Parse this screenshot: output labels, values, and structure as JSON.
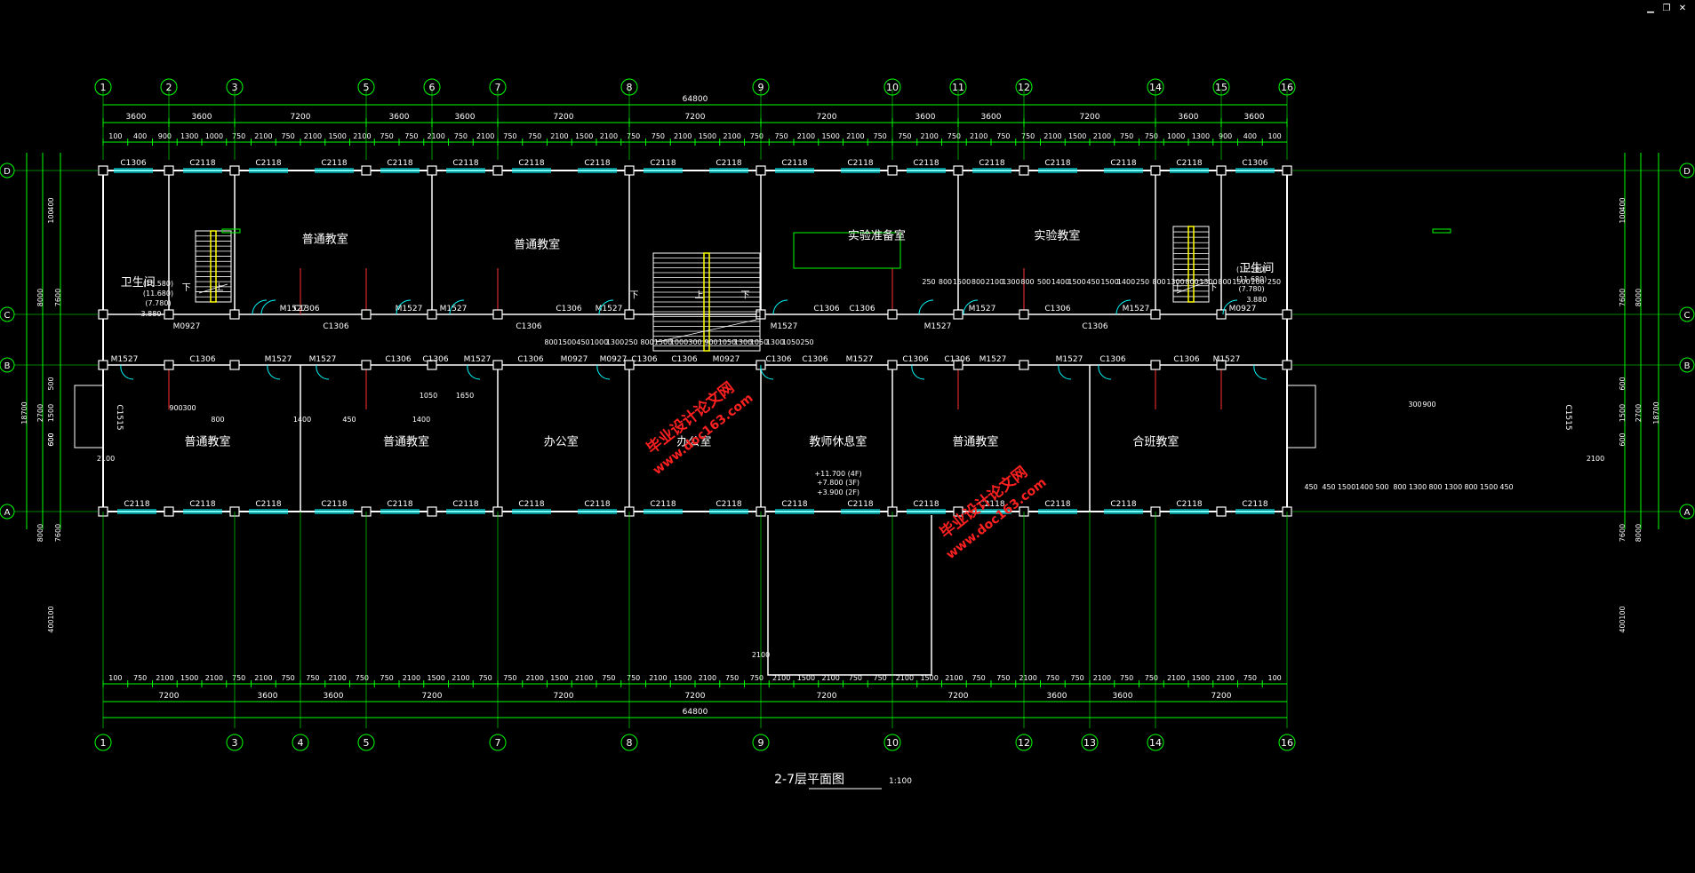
{
  "colors": {
    "background": "#000000",
    "wall": "#ffffff",
    "wall_red": "#ff3030",
    "dimension": "#00ff00",
    "text": "#ffffff",
    "window": "#00ffff",
    "stair": "#ffff00",
    "watermark": "#ff2020"
  },
  "window_controls": [
    "minimize-icon",
    "restore-icon",
    "close-icon"
  ],
  "drawing": {
    "title": "2-7层平面图",
    "scale": "1:100",
    "axes_top": [
      "1",
      "2",
      "3",
      "5",
      "6",
      "7",
      "8",
      "9",
      "10",
      "11",
      "12",
      "14",
      "15",
      "16"
    ],
    "axes_bottom": [
      "1",
      "3",
      "4",
      "5",
      "7",
      "8",
      "9",
      "10",
      "12",
      "13",
      "14",
      "16"
    ],
    "axes_side": [
      "D",
      "C",
      "B",
      "A"
    ],
    "total_dim": "64800",
    "top_bays": [
      "3600",
      "3600",
      "7200",
      "3600",
      "3600",
      "7200",
      "7200",
      "7200",
      "3600",
      "3600",
      "7200",
      "3600",
      "3600"
    ],
    "bottom_bays": [
      "7200",
      "3600",
      "3600",
      "7200",
      "7200",
      "7200",
      "7200",
      "7200",
      "3600",
      "7200"
    ],
    "top_details": [
      "100",
      "400",
      "900",
      "1300",
      "1000",
      "750",
      "2100",
      "750",
      "2100",
      "1500",
      "2100",
      "750",
      "750",
      "2100",
      "750",
      "2100",
      "750",
      "750",
      "2100",
      "1500",
      "2100",
      "750",
      "750",
      "2100",
      "1500",
      "2100",
      "750",
      "750",
      "2100",
      "1500",
      "2100",
      "750",
      "750",
      "2100",
      "750",
      "2100",
      "750",
      "750",
      "2100",
      "1500",
      "2100",
      "750",
      "750",
      "1000",
      "1300",
      "900",
      "400",
      "100"
    ],
    "bottom_details": [
      "100",
      "750",
      "2100",
      "1500",
      "2100",
      "750",
      "2100",
      "750",
      "750",
      "2100",
      "750",
      "750",
      "2100",
      "1500",
      "2100",
      "750",
      "750",
      "2100",
      "1500",
      "2100",
      "750",
      "750",
      "2100",
      "1500",
      "2100",
      "750",
      "750",
      "2100",
      "1500",
      "2100",
      "750",
      "750",
      "2100",
      "1500",
      "2100",
      "750",
      "750",
      "2100",
      "750",
      "750",
      "2100",
      "750",
      "750",
      "2100",
      "1500",
      "2100",
      "750",
      "100"
    ],
    "left_dims": [
      "400",
      "100",
      "7600",
      "8000",
      "500",
      "1500",
      "600",
      "2700",
      "18700",
      "600",
      "7600",
      "8000",
      "100",
      "400"
    ],
    "right_dims": [
      "400",
      "100",
      "7600",
      "8000",
      "600",
      "1500",
      "600",
      "2700",
      "18700",
      "7600",
      "8000",
      "100",
      "400"
    ],
    "rooms": [
      {
        "name": "卫生间"
      },
      {
        "name": "普通教室"
      },
      {
        "name": "普通教室"
      },
      {
        "name": "实验准备室"
      },
      {
        "name": "实验教室"
      },
      {
        "name": "卫生间"
      },
      {
        "name": "普通教室"
      },
      {
        "name": "普通教室"
      },
      {
        "name": "办公室"
      },
      {
        "name": "办公室"
      },
      {
        "name": "教师休息室"
      },
      {
        "name": "普通教室"
      },
      {
        "name": "合班教室"
      }
    ],
    "windows_d": [
      "C1306",
      "C2118",
      "C2118",
      "C2118",
      "C2118",
      "C2118",
      "C2118",
      "C2118",
      "C2118",
      "C2118",
      "C2118",
      "C2118",
      "C2118",
      "C2118",
      "C2118",
      "C2118",
      "C2118",
      "C1306"
    ],
    "windows_a": [
      "C2118",
      "C2118",
      "C2118",
      "C2118",
      "C2118",
      "C2118",
      "C2118",
      "C2118",
      "C2118",
      "C2118",
      "C2118",
      "C2118",
      "C2118",
      "C2118",
      "C2118",
      "C2118",
      "C2118",
      "C2118"
    ],
    "corridor_c_labels": [
      "M0927",
      "M1527",
      "C1306",
      "C1306",
      "M1527",
      "M1527",
      "C1306",
      "C1306",
      "M1527",
      "M1527",
      "C1306",
      "C1306",
      "M1527",
      "M1527",
      "C1306",
      "C1306",
      "M1527",
      "M0927"
    ],
    "corridor_b_labels": [
      "M1527",
      "C1306",
      "M1527",
      "M1527",
      "C1306",
      "C1306",
      "M1527",
      "C1306",
      "M0927",
      "M0927",
      "C1306",
      "C1306",
      "M0927",
      "C1306",
      "C1306",
      "M1527",
      "C1306",
      "C1306",
      "M1527",
      "M1527",
      "C1306",
      "C1306",
      "M1527"
    ],
    "side_windows": [
      "C1515",
      "C1515"
    ],
    "elevations": [
      "(15.580)",
      "(11.680)",
      "(7.780)",
      "3.880"
    ],
    "floor_levels": [
      "+11.700 (4F)",
      "+7.800 (3F)",
      "+3.900 (2F)"
    ],
    "stair_marks": [
      "下",
      "上"
    ],
    "corridor_dims_1": [
      "800",
      "1500",
      "450",
      "1000",
      "1300",
      "250",
      "800",
      "1500",
      "1000",
      "300",
      "900",
      "1050",
      "1300",
      "1050",
      "1300",
      "1050",
      "250"
    ],
    "corridor_dims_2": [
      "250",
      "800",
      "1500",
      "800",
      "2100",
      "1300",
      "800",
      "500",
      "1400",
      "1500",
      "450",
      "1500",
      "1400",
      "250",
      "800",
      "1300",
      "800",
      "1300",
      "800",
      "1500",
      "200",
      "250"
    ],
    "corridor_dims_3": [
      "450",
      "450",
      "1500",
      "1400",
      "500",
      "800",
      "1300",
      "800",
      "1300",
      "800",
      "1500",
      "450"
    ],
    "misc_dims": [
      "900",
      "300",
      "800",
      "1400",
      "450",
      "1400",
      "1050",
      "1650",
      "2100",
      "2100",
      "2100",
      "300",
      "900"
    ],
    "watermark_1": "毕业设计论文网",
    "watermark_url": "www.doc163.com"
  }
}
